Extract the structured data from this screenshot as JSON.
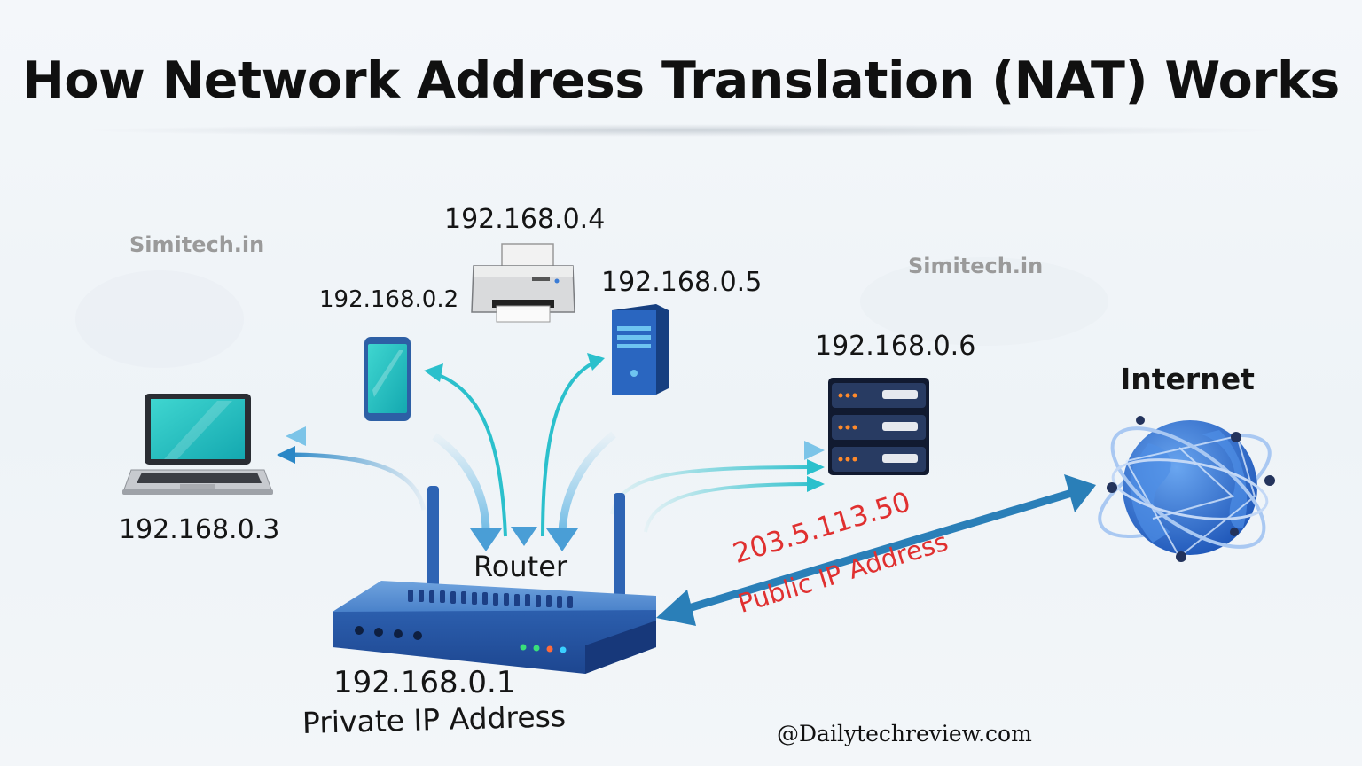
{
  "title": "How Network Address Translation (NAT) Works",
  "watermarks": [
    "Simitech.in",
    "Simitech.in"
  ],
  "devices": {
    "laptop": {
      "ip": "192.168.0.3",
      "icon": "laptop-icon"
    },
    "phone": {
      "ip": "192.168.0.2",
      "icon": "smartphone-icon"
    },
    "printer": {
      "ip": "192.168.0.4",
      "icon": "printer-icon"
    },
    "desktop": {
      "ip": "192.168.0.5",
      "icon": "desktop-tower-icon"
    },
    "server": {
      "ip": "192.168.0.6",
      "icon": "server-rack-icon"
    }
  },
  "router": {
    "label": "Router",
    "ip": "192.168.0.1",
    "ip_caption": "Private IP Address",
    "icon": "router-icon"
  },
  "internet": {
    "label": "Internet",
    "icon": "globe-icon"
  },
  "public_link": {
    "ip": "203.5.113.50",
    "caption": "Public IP Address",
    "color": "#e03030",
    "arrow_color": "#2a7fb8"
  },
  "credit": "@Dailytechreview.com",
  "colors": {
    "arrow_teal": "#2bc0cc",
    "arrow_blue": "#2a87c6",
    "device_blue": "#2b66b8"
  }
}
